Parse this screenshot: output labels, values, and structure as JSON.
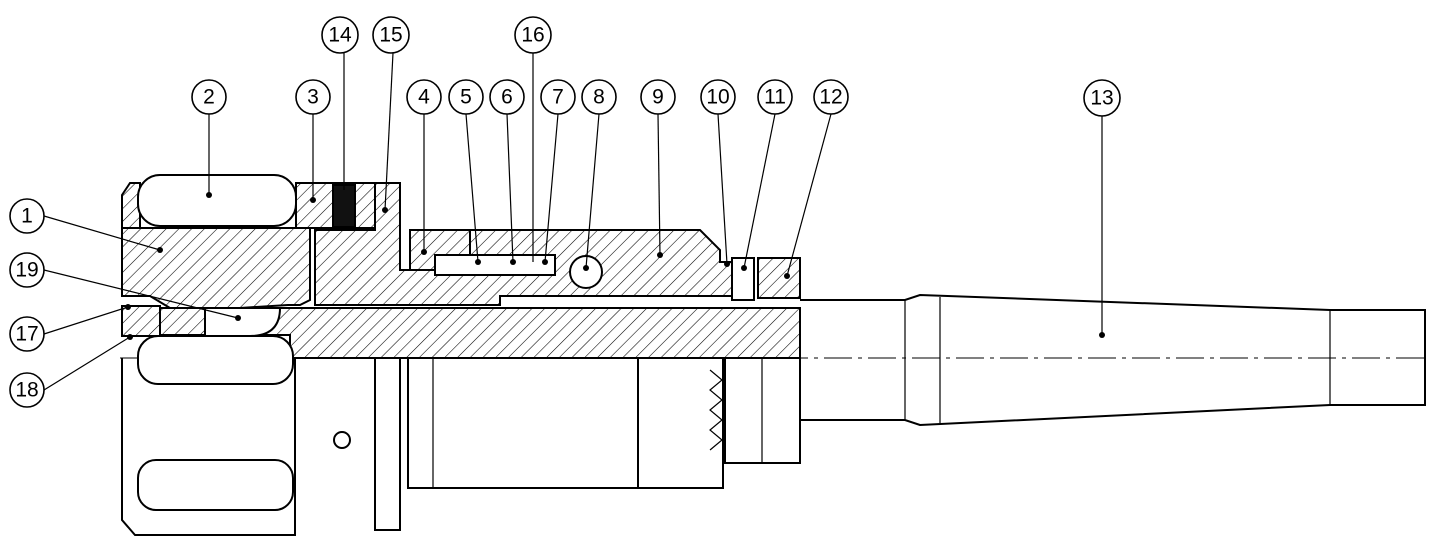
{
  "balloons": [
    {
      "id": "b1",
      "label": "1"
    },
    {
      "id": "b2",
      "label": "2"
    },
    {
      "id": "b3",
      "label": "3"
    },
    {
      "id": "b4",
      "label": "4"
    },
    {
      "id": "b5",
      "label": "5"
    },
    {
      "id": "b6",
      "label": "6"
    },
    {
      "id": "b7",
      "label": "7"
    },
    {
      "id": "b8",
      "label": "8"
    },
    {
      "id": "b9",
      "label": "9"
    },
    {
      "id": "b10",
      "label": "10"
    },
    {
      "id": "b11",
      "label": "11"
    },
    {
      "id": "b12",
      "label": "12"
    },
    {
      "id": "b13",
      "label": "13"
    },
    {
      "id": "b14",
      "label": "14"
    },
    {
      "id": "b15",
      "label": "15"
    },
    {
      "id": "b16",
      "label": "16"
    },
    {
      "id": "b17",
      "label": "17"
    },
    {
      "id": "b18",
      "label": "18"
    },
    {
      "id": "b19",
      "label": "19"
    }
  ]
}
